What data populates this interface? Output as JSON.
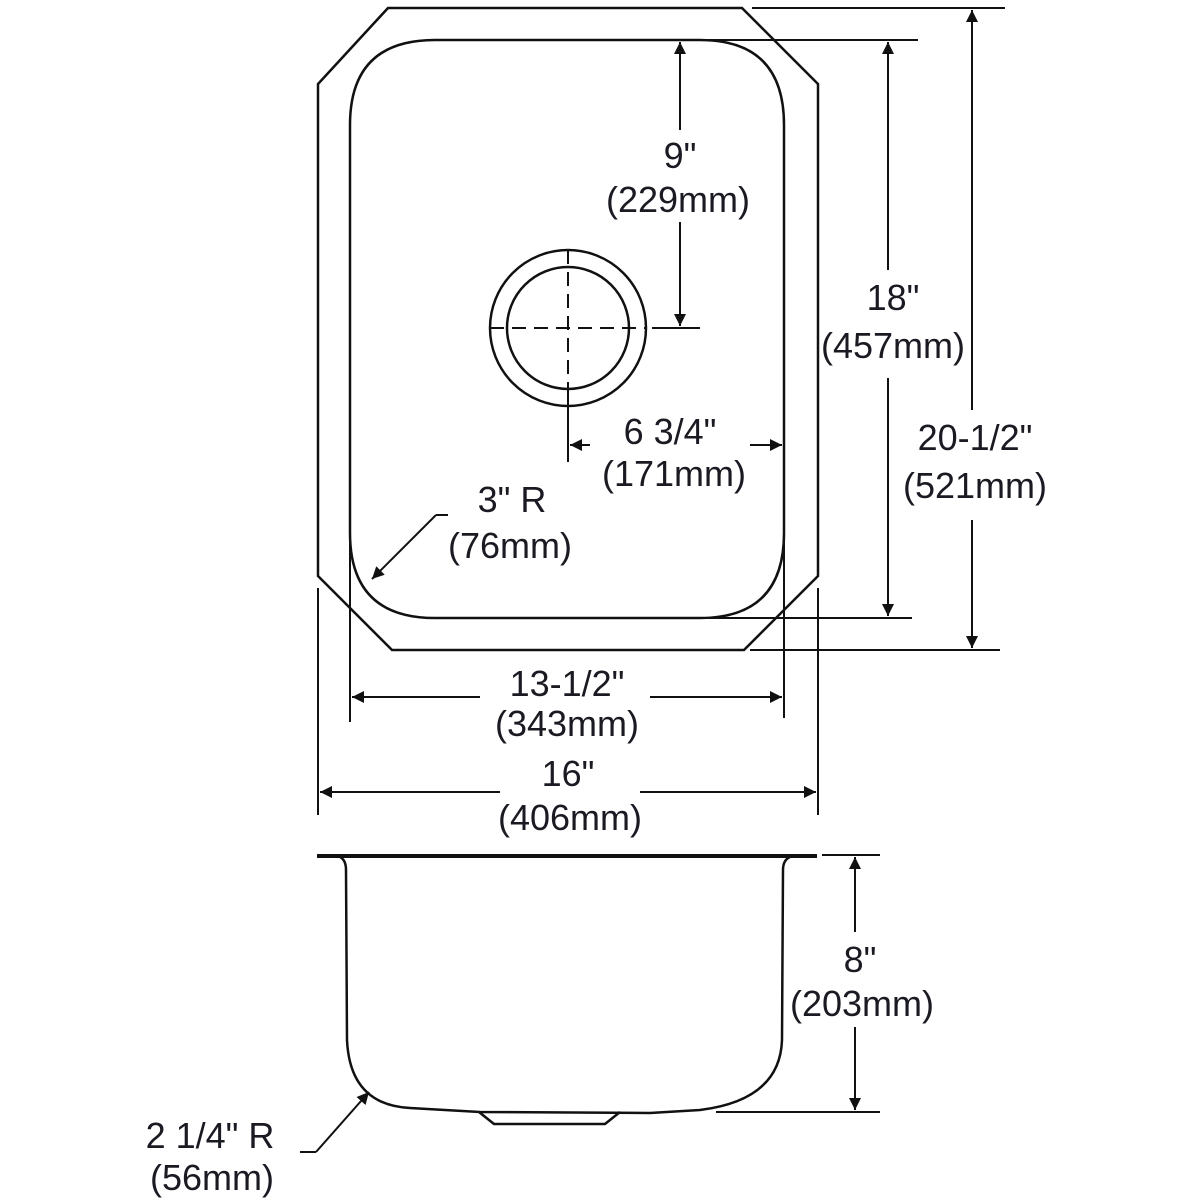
{
  "top_view": {
    "drain_to_back": {
      "imperial": "9\"",
      "metric": "(229mm)"
    },
    "bowl_length": {
      "imperial": "18\"",
      "metric": "(457mm)"
    },
    "overall_length": {
      "imperial": "20-1/2\"",
      "metric": "(521mm)"
    },
    "drain_to_side": {
      "imperial": "6 3/4\"",
      "metric": "(171mm)"
    },
    "corner_radius": {
      "imperial": "3\" R",
      "metric": "(76mm)"
    },
    "bowl_width": {
      "imperial": "13-1/2\"",
      "metric": "(343mm)"
    },
    "overall_width": {
      "imperial": "16\"",
      "metric": "(406mm)"
    }
  },
  "side_view": {
    "depth": {
      "imperial": "8\"",
      "metric": "(203mm)"
    },
    "bottom_radius": {
      "imperial": "2 1/4\" R",
      "metric": "(56mm)"
    }
  }
}
